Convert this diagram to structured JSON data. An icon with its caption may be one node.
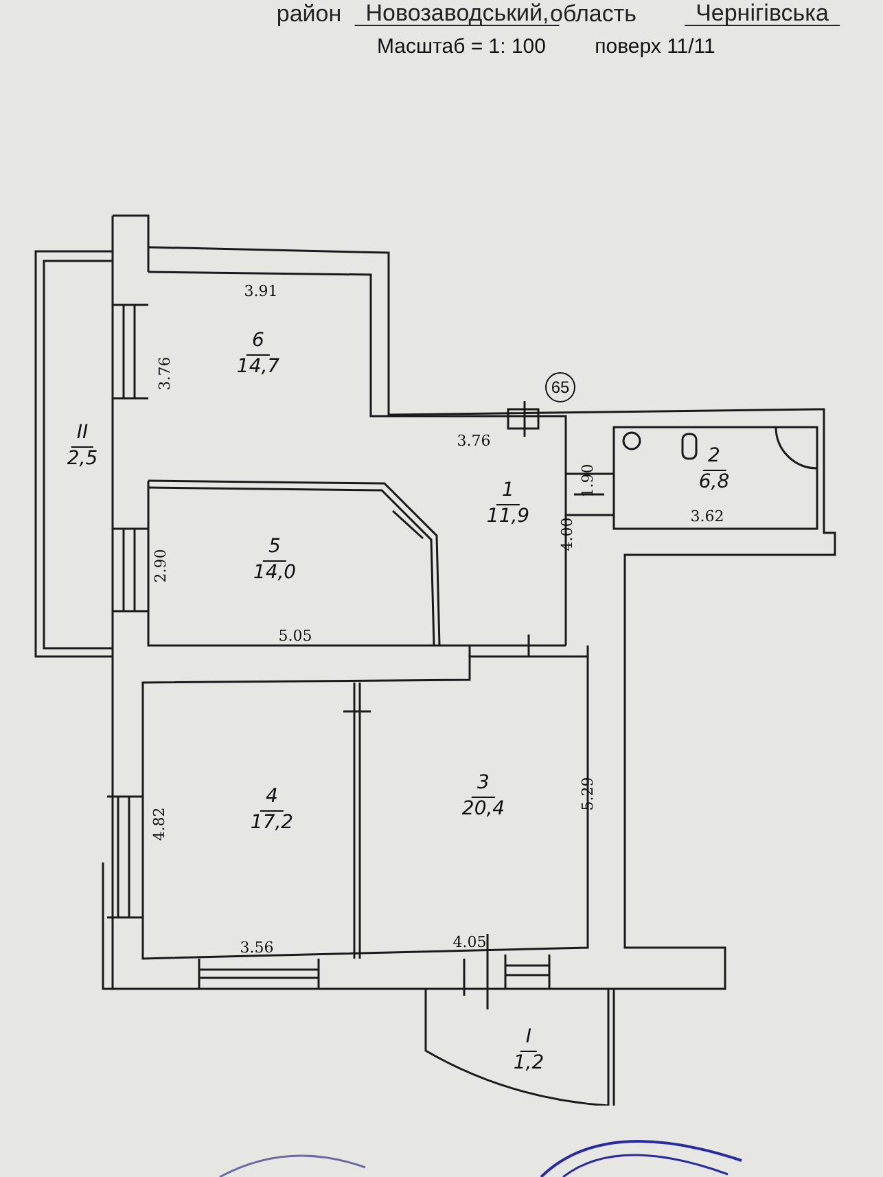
{
  "diagram": {
    "nodes": [
      {
        "text": [
          "6",
          "14,7"
        ]
      },
      {
        "text": [
          "II",
          "2,5"
        ]
      },
      {
        "text": [
          "2",
          "6,8"
        ]
      },
      {
        "text": [
          "1",
          "11,9"
        ]
      },
      {
        "text": [
          "5",
          "14,0"
        ]
      },
      {
        "text": [
          "4",
          "17,2"
        ]
      },
      {
        "text": [
          "3",
          "20,4"
        ]
      },
      {
        "text": [
          "I",
          "1,2"
        ]
      }
    ],
    "edges": [],
    "labels": [
      "район",
      "Новозаводський,",
      "область",
      "Чернігівська",
      "Масштаб = 1: 100",
      "поверх 11/11",
      "3.91",
      "3.76",
      "65",
      "3.76",
      "1.90",
      "3.62",
      "4.00",
      "2.90",
      "5.05",
      "4.82",
      "5.29",
      "3.56",
      "4.05"
    ]
  }
}
